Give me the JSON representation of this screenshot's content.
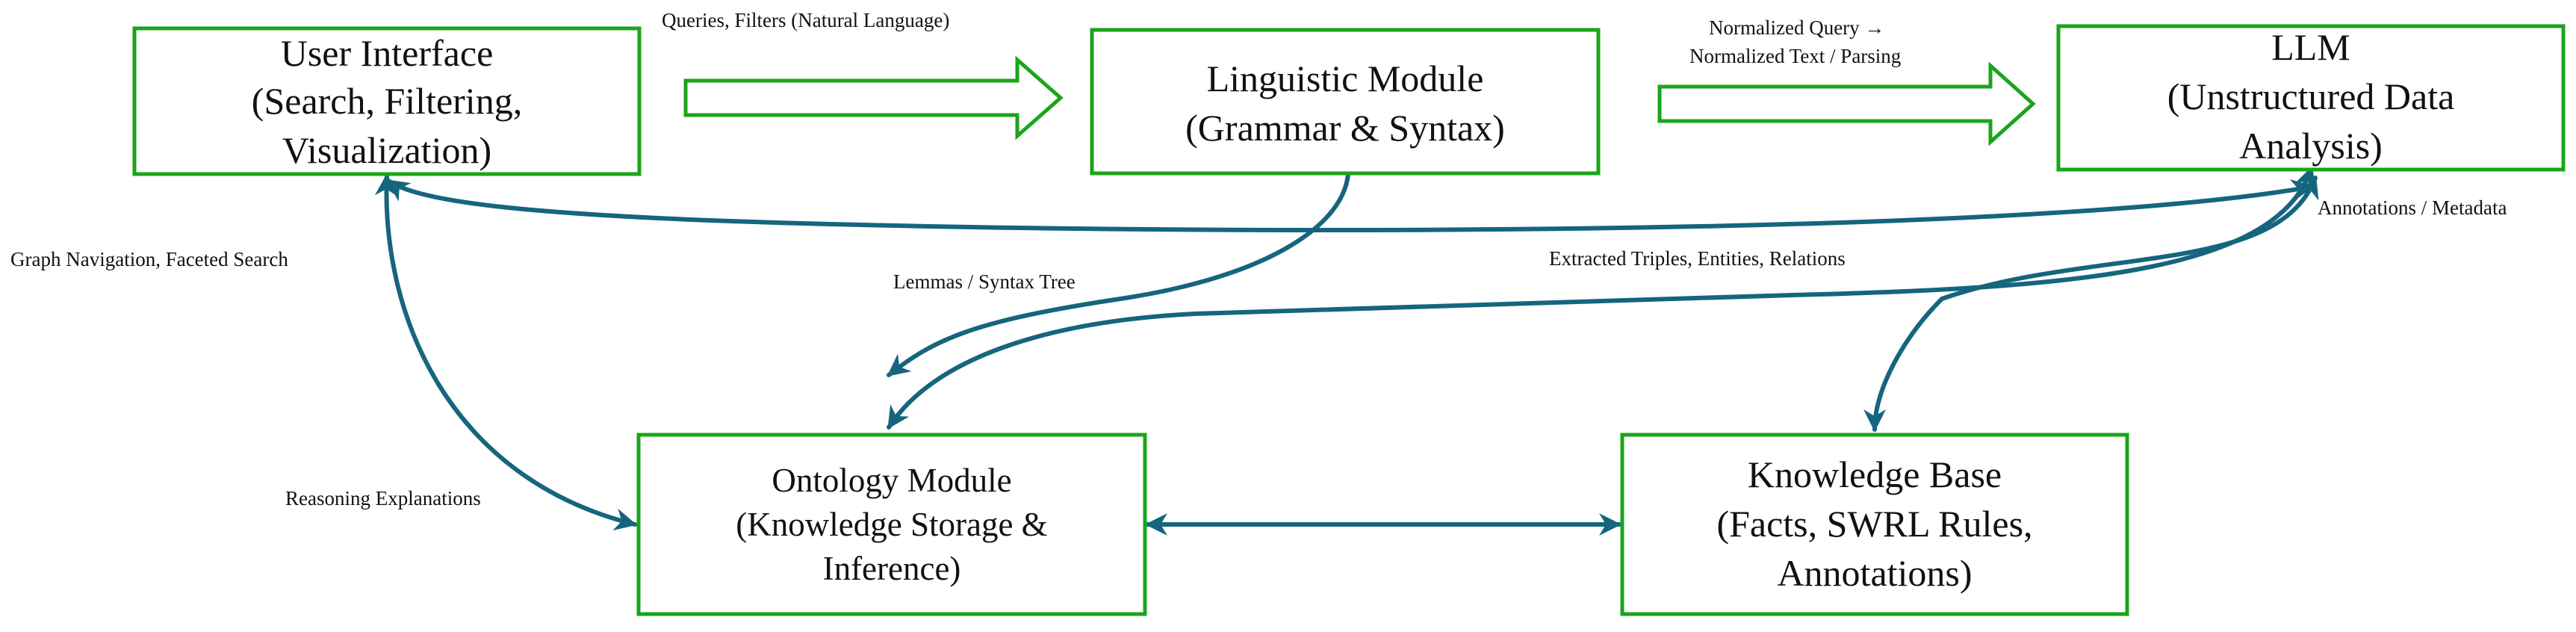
{
  "nodes": {
    "ui": {
      "lines": [
        "User Interface",
        "(Search, Filtering,",
        "Visualization)"
      ]
    },
    "linguistic": {
      "lines": [
        "Linguistic Module",
        "(Grammar & Syntax)"
      ]
    },
    "llm": {
      "lines": [
        "LLM",
        "(Unstructured Data",
        "Analysis)"
      ]
    },
    "ontology": {
      "lines": [
        "Ontology Module",
        "(Knowledge Storage &",
        "Inference)"
      ]
    },
    "kb": {
      "lines": [
        "Knowledge Base",
        "(Facts, SWRL Rules,",
        "Annotations)"
      ]
    }
  },
  "edges": {
    "ui_to_linguistic": "Queries, Filters (Natural Language)",
    "linguistic_to_llm_1": "Normalized Query →",
    "linguistic_to_llm_2": "Normalized Text / Parsing",
    "llm_to_ui": "Annotations / Metadata",
    "ui_graph_nav": "Graph Navigation, Faceted Search",
    "linguistic_to_ontology": "Lemmas / Syntax Tree",
    "llm_to_ontology": "Extracted Triples, Entities, Relations",
    "ontology_to_ui": "Reasoning Explanations"
  },
  "colors": {
    "box_border": "#1aa51a",
    "connector": "#16657e"
  }
}
